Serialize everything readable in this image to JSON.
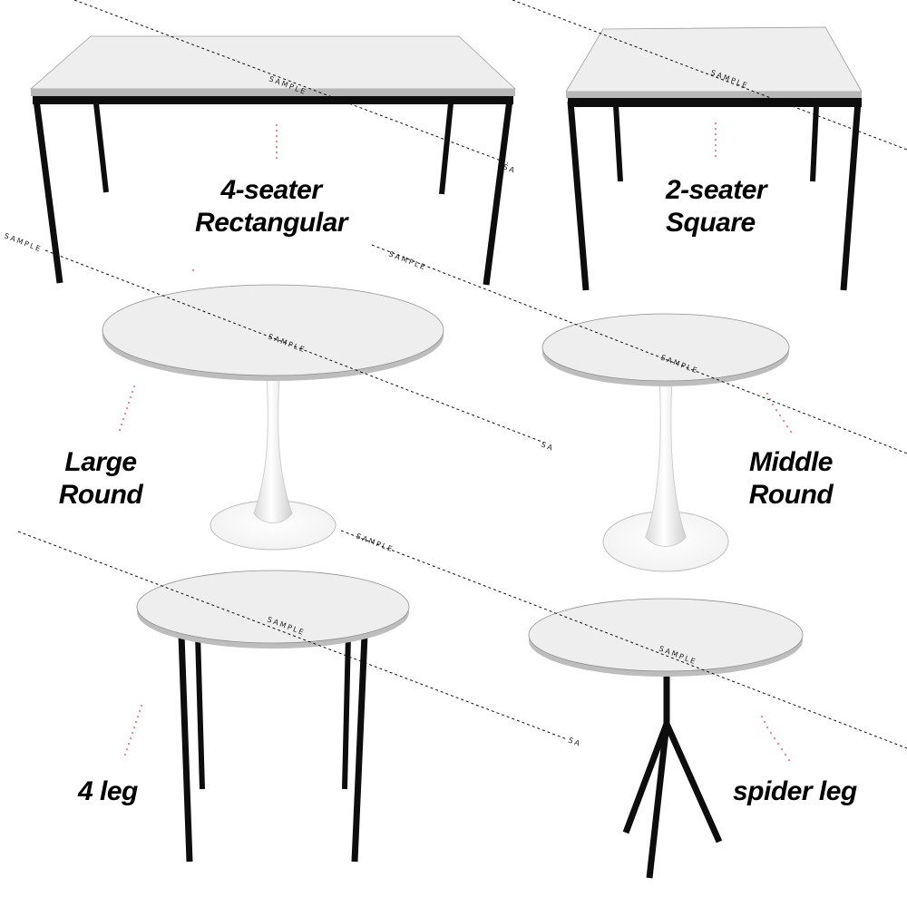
{
  "tables": [
    {
      "id": "rect",
      "label_lines": [
        "4-seater",
        "Rectangular"
      ]
    },
    {
      "id": "square",
      "label_lines": [
        "2-seater",
        "Square"
      ]
    },
    {
      "id": "large-round",
      "label_lines": [
        "Large",
        "Round"
      ]
    },
    {
      "id": "middle-round",
      "label_lines": [
        "Middle",
        "Round"
      ]
    },
    {
      "id": "four-leg",
      "label_lines": [
        "4 leg"
      ]
    },
    {
      "id": "spider-leg",
      "label_lines": [
        "spider leg"
      ]
    }
  ],
  "watermark": {
    "text": "SAMPLE",
    "fragment": "SA"
  },
  "colors": {
    "tabletop": "#eeeeee",
    "tabletop_edge": "#bdbdbd",
    "leg": "#0d0d0d",
    "pedestal": "#ffffff",
    "marker": "#e53935",
    "watermark_line": "#111111"
  }
}
